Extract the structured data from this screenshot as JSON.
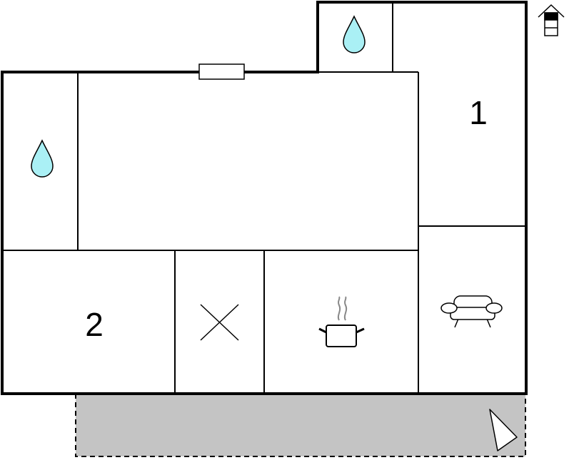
{
  "floorplan": {
    "rooms": {
      "bedroom_1": {
        "label": "1"
      },
      "bedroom_2": {
        "label": "2"
      },
      "bathroom_top": {
        "icon": "water-drop-icon"
      },
      "bathroom_left": {
        "icon": "water-drop-icon"
      },
      "open_room": {
        "icon": "x-mark-icon"
      },
      "kitchen": {
        "icon": "cooking-pot-icon"
      },
      "living_room": {
        "icon": "sofa-icon"
      }
    },
    "window": {
      "icon": "window-icon"
    },
    "terrace": {
      "icon": "terrace-area",
      "fill_color": "#c4c4c4"
    },
    "compass": {
      "icon": "north-arrow-icon"
    },
    "legend": {
      "icon": "house-floor-icon"
    },
    "colors": {
      "wall": "#000000",
      "water": "#aaf0f5",
      "terrace": "#c4c4c4",
      "steam": "#888888"
    }
  }
}
